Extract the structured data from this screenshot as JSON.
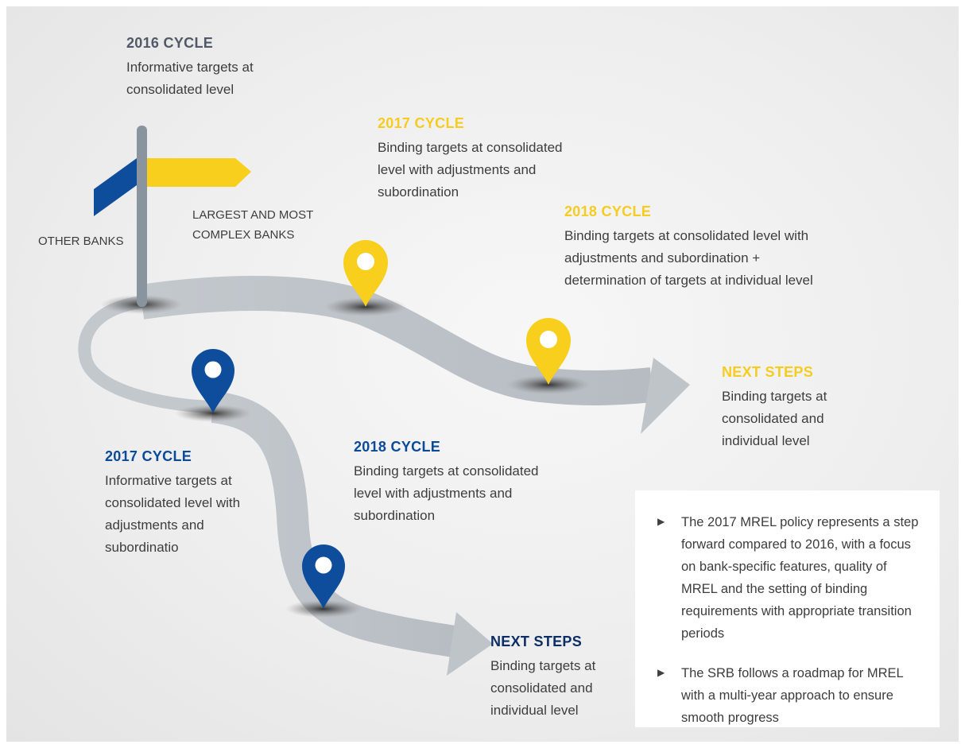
{
  "signpost": {
    "right_label": "LARGEST AND MOST COMPLEX BANKS",
    "left_label": "OTHER BANKS",
    "colors": {
      "yellow": "#f7cf1c",
      "blue": "#0e4d9c",
      "post": "#8a949e"
    }
  },
  "yellow_track": [
    {
      "title": "2016 CYCLE",
      "text": "Informative targets at consolidated level"
    },
    {
      "title": "2017 CYCLE",
      "text": "Binding targets at consolidated level with adjustments and subordination"
    },
    {
      "title": "2018 CYCLE",
      "text": "Binding targets at consolidated level with adjustments and subordination + determination of targets at individual level"
    },
    {
      "title": "NEXT STEPS",
      "text": "Binding targets at consolidated and individual level"
    }
  ],
  "blue_track": [
    {
      "title": "2017 CYCLE",
      "text": "Informative targets at consolidated level with adjustments and subordinatio"
    },
    {
      "title": "2018 CYCLE",
      "text": "Binding targets at consolidated level with adjustments and subordination"
    },
    {
      "title": "NEXT STEPS",
      "text": "Binding targets at consolidated and individual level"
    }
  ],
  "notes": [
    {
      "bullet": "▶",
      "text": "The 2017 MREL policy represents a step forward compared to 2016, with a focus on bank-specific features, quality of MREL and the setting of binding requirements with appropriate transition periods"
    },
    {
      "bullet": "▶",
      "text": "The SRB follows a roadmap for MREL with a multi-year approach to ensure smooth progress"
    }
  ]
}
